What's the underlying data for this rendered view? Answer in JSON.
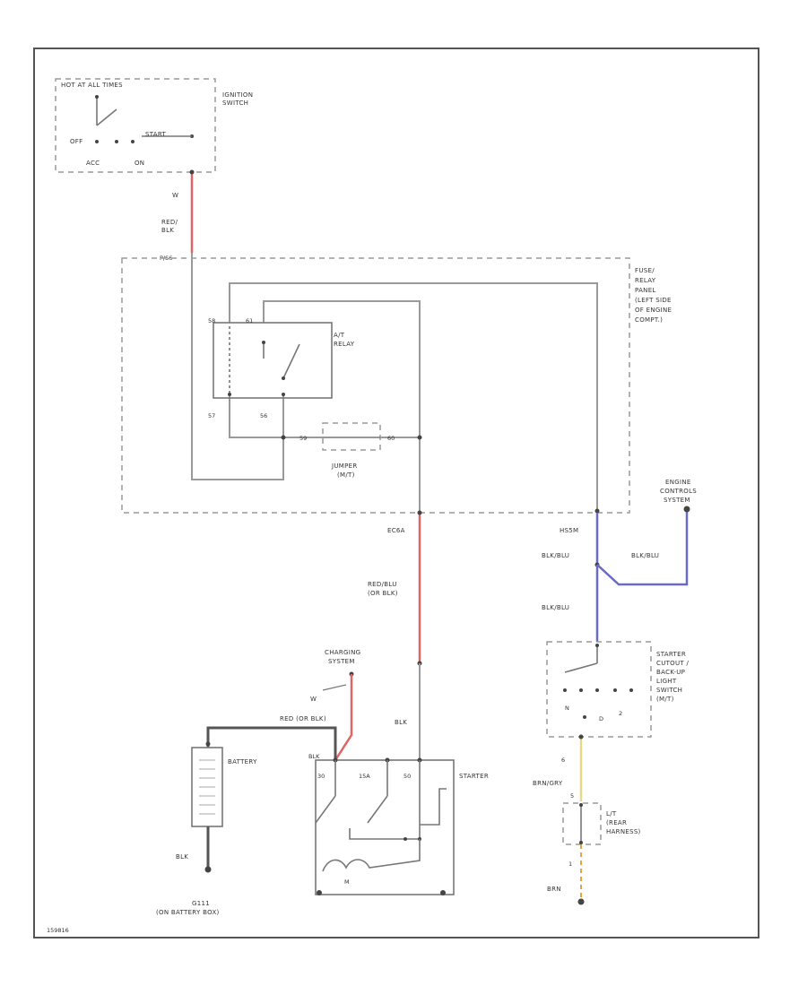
{
  "labels": {
    "hot_at_all_times": "HOT AT ALL TIMES",
    "ignition_switch": [
      "IGNITION",
      "SWITCH"
    ],
    "off": "OFF",
    "start": "START",
    "acc": "ACC",
    "on": "ON",
    "wire_w": "W",
    "red_blk": [
      "RED/",
      "BLK"
    ],
    "pin_ps": "P/S6",
    "fuse_relay_panel": [
      "FUSE/",
      "RELAY",
      "PANEL",
      "(LEFT SIDE",
      "OF ENGINE",
      "COMPT.)"
    ],
    "at_relay": [
      "A/T",
      "RELAY"
    ],
    "pin_58": "58",
    "pin_57": "57",
    "pin_56": "56",
    "pin_61": "61",
    "pin_59": "59",
    "pin_60": "60",
    "jumper": [
      "JUMPER",
      "(M/T)"
    ],
    "conn_ec6a": "EC6A",
    "conn_hs5m": "HS5M",
    "red_blu": [
      "RED/BLU",
      "(OR BLK)"
    ],
    "engine_controls": [
      "ENGINE",
      "CONTROLS",
      "SYSTEM"
    ],
    "blk_blu_1": "BLK/BLU",
    "blk_blu_2": "BLK/BLU",
    "blk_blu_3": "BLK/BLU",
    "charging_system": [
      "CHARGING",
      "SYSTEM"
    ],
    "wire_w2": "W",
    "red_or_blk": "RED (OR BLK)",
    "blk": "BLK",
    "blk_terminal": "BLK",
    "battery": "BATTERY",
    "starter": "STARTER",
    "starter_b": "30",
    "starter_c": "15A",
    "starter_s": "50",
    "starter_m": "M",
    "g111": [
      "G111",
      "(ON BATTERY BOX)"
    ],
    "blk_ground": "BLK",
    "starter_cutout": [
      "STARTER",
      "CUTOUT /",
      "BACK-UP",
      "LIGHT",
      "SWITCH",
      "(M/T)"
    ],
    "n": "N",
    "d": "D",
    "d2": "2",
    "pin_6": "6",
    "pin_5": "5",
    "brn_gry": "BRN/GRY",
    "lt_rear_harness": [
      "L/T",
      "(REAR",
      "HARNESS)"
    ],
    "pin_1": "1",
    "brn": "BRN",
    "figure_id": "159816"
  },
  "colors": {
    "red_wire": "#e06666",
    "blue_wire": "#6a6ac8",
    "yellow_wire": "#e8d88a",
    "orange_wire": "#e8a040",
    "gray_wire": "#9a9a9a",
    "dark_wire": "#555555"
  }
}
